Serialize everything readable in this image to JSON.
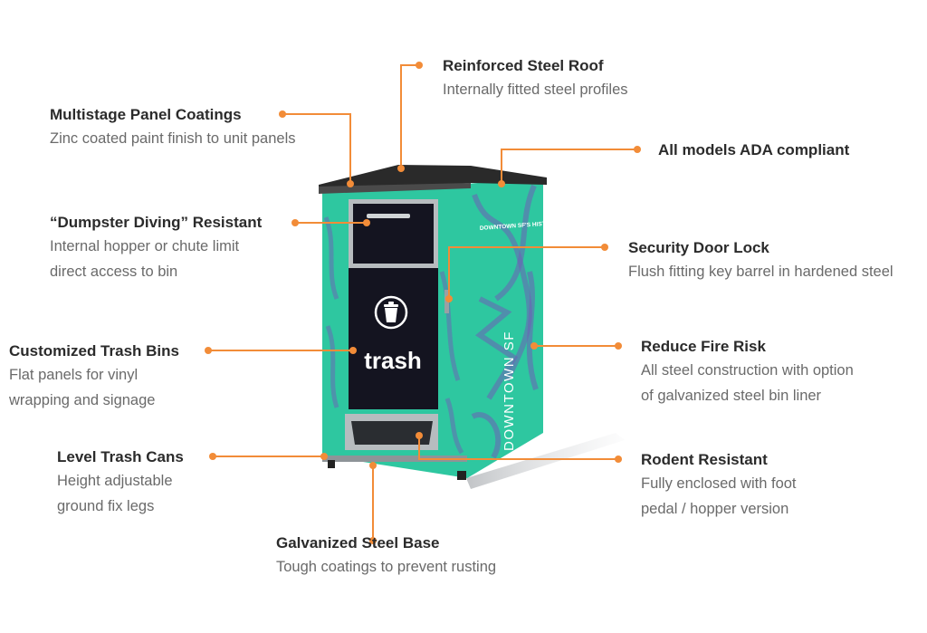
{
  "accent_color": "#f28c38",
  "unit": {
    "front_label": "trash",
    "side_text_top": "DOWNTOWN SF'S HISTORY IS YOUR HISTORY",
    "side_text_vertical": "DOWNTOWN SF",
    "colors": {
      "body": "#2ec7a0",
      "pattern": "#6e5fb6",
      "panel": "#141420",
      "roof": "#2a2a2a",
      "frame": "#b7bcbf"
    },
    "icons": [
      "trash-can-icon"
    ]
  },
  "callouts": [
    {
      "key": "roof",
      "title": "Reinforced Steel Roof",
      "desc": [
        "Internally fitted steel profiles"
      ]
    },
    {
      "key": "coatings",
      "title": "Multistage Panel Coatings",
      "desc": [
        "Zinc coated paint finish to unit panels"
      ]
    },
    {
      "key": "ada",
      "title": "All models ADA compliant",
      "desc": []
    },
    {
      "key": "dumpster",
      "title": "“Dumpster Diving” Resistant",
      "desc": [
        "Internal hopper or chute limit",
        "direct access to bin"
      ]
    },
    {
      "key": "lock",
      "title": "Security Door Lock",
      "desc": [
        "Flush fitting key barrel in hardened steel"
      ]
    },
    {
      "key": "custom",
      "title": "Customized Trash Bins",
      "desc": [
        "Flat panels for vinyl",
        "wrapping and signage"
      ]
    },
    {
      "key": "fire",
      "title": "Reduce Fire Risk",
      "desc": [
        "All steel construction with option",
        "of galvanized steel bin liner"
      ]
    },
    {
      "key": "level",
      "title": "Level Trash Cans",
      "desc": [
        "Height adjustable",
        "ground fix legs"
      ]
    },
    {
      "key": "rodent",
      "title": "Rodent Resistant",
      "desc": [
        "Fully enclosed with foot",
        "pedal / hopper version"
      ]
    },
    {
      "key": "base",
      "title": "Galvanized Steel Base",
      "desc": [
        "Tough coatings to prevent rusting"
      ]
    }
  ]
}
